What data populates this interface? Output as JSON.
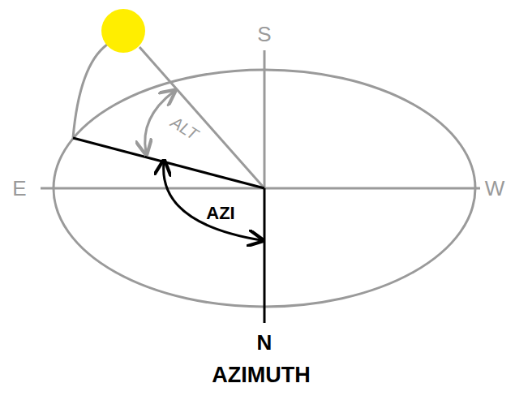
{
  "diagram": {
    "caption": "AZIMUTH",
    "labels": [
      "S",
      "E",
      "W",
      "ALT",
      "AZI",
      "N"
    ]
  }
}
